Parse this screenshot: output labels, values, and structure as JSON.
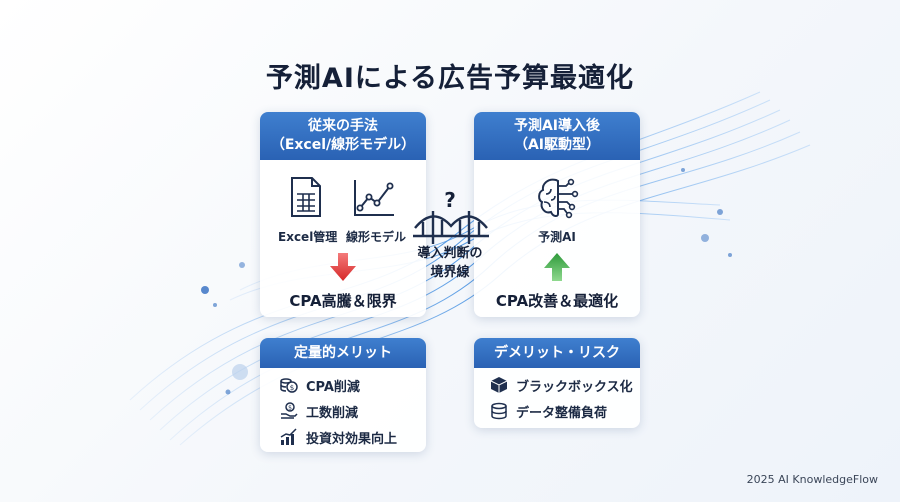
{
  "title": "予測AIによる広告予算最適化",
  "left_card": {
    "header_line1": "従来の手法",
    "header_line2": "（Excel/線形モデル）",
    "icon1_label": "Excel管理",
    "icon2_label": "線形モデル",
    "result": "CPA高騰＆限界"
  },
  "right_card": {
    "header_line1": "予測AI導入後",
    "header_line2": "（AI駆動型）",
    "icon_label": "予測AI",
    "result": "CPA改善＆最適化"
  },
  "bridge": {
    "question": "?",
    "label_line1": "導入判断の",
    "label_line2": "境界線"
  },
  "merit_card": {
    "header": "定量的メリット",
    "items": [
      "CPA削減",
      "工数削減",
      "投資対効果向上"
    ]
  },
  "risk_card": {
    "header": "デメリット・リスク",
    "items": [
      "ブラックボックス化",
      "データ整備負荷"
    ]
  },
  "footer": "2025 AI KnowledgeFlow",
  "colors": {
    "header_blue": "#2f6cc0",
    "down_arrow": "#e23b3b",
    "up_arrow": "#3fb04a",
    "icon_navy": "#1f2f4e"
  }
}
